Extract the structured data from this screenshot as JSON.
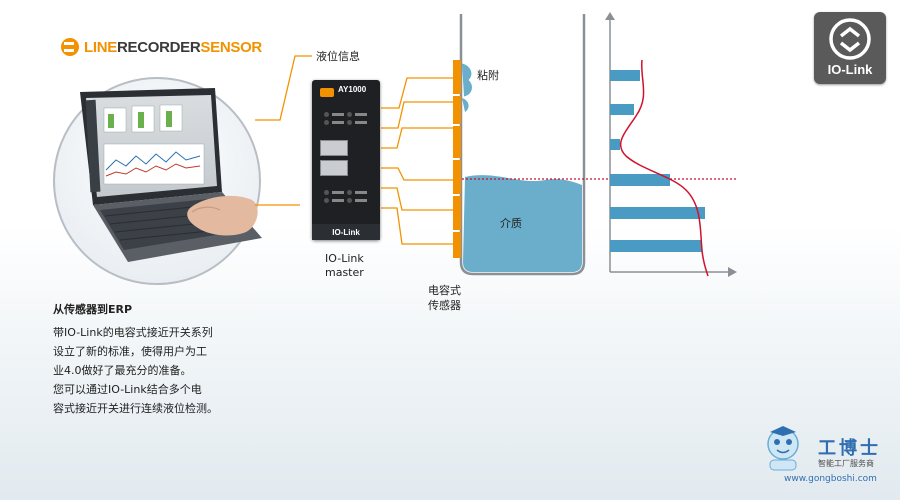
{
  "brand": {
    "logo_part1": "LINE",
    "logo_part2": "RECORDER",
    "logo_part3": "SENSOR"
  },
  "labels": {
    "level_info": "液位信息",
    "adhesion": "粘附",
    "medium": "介质",
    "master_line1": "IO-Link",
    "master_line2": "master",
    "sensor_line1": "电容式",
    "sensor_line2": "传感器"
  },
  "device": {
    "model": "AY1000",
    "footer": "IO-Link"
  },
  "iolink_badge": {
    "text": "IO-Link"
  },
  "description": {
    "heading": "从传感器到ERP",
    "lines": [
      "带IO-Link的电容式接近开关系列",
      "设立了新的标准，使得用户为工",
      "业4.0做好了最充分的准备。",
      "您可以通过IO-Link结合多个电",
      "容式接近开关进行连续液位检测。"
    ]
  },
  "watermark": {
    "title": "工博士",
    "subtitle": "智能工厂服务商",
    "url": "www.gongboshi.com"
  },
  "colors": {
    "orange": "#f39200",
    "liquid": "#6aaecb",
    "bar": "#4a9bc4",
    "curve": "#d0122d",
    "dashed": "#c8102e"
  }
}
